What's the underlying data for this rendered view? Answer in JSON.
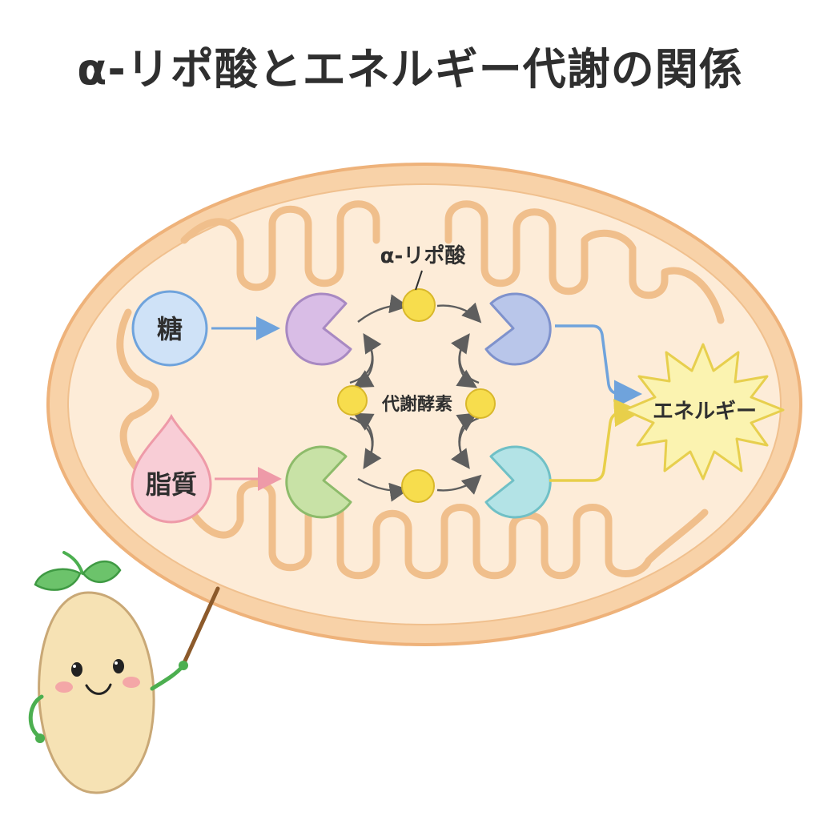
{
  "title": "α-リポ酸とエネルギー代謝の関係",
  "labels": {
    "lipoic_acid": "α-リポ酸",
    "sugar": "糖",
    "lipid": "脂質",
    "enzymes": "代謝酵素",
    "energy": "エネルギー"
  },
  "colors": {
    "membrane_outer": "#f5c89a",
    "membrane_fill": "#fdebd6",
    "sugar_fill": "#cfe2f7",
    "lipid_fill": "#f8cdd6",
    "enzyme_purple": "#d9bde6",
    "enzyme_green": "#c8e2a6",
    "enzyme_blue": "#b9c6ea",
    "enzyme_cyan": "#b3e3e6",
    "cofactor": "#f7dd4d",
    "energy_burst": "#fbf3b0",
    "arrow_blue": "#6fa3dc",
    "arrow_pink": "#ee9aa8",
    "arrow_yellow": "#e8cf4a"
  }
}
